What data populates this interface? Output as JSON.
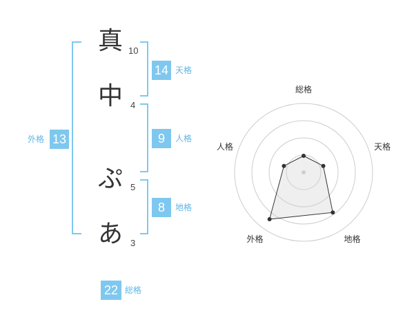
{
  "name_chars": [
    {
      "char": "真",
      "strokes": "10"
    },
    {
      "char": "中",
      "strokes": "4"
    },
    {
      "char": "ぷ",
      "strokes": "5"
    },
    {
      "char": "あ",
      "strokes": "3"
    }
  ],
  "fortunes": {
    "tenkaku": {
      "value": "14",
      "label": "天格"
    },
    "jinkaku": {
      "value": "9",
      "label": "人格"
    },
    "chikaku": {
      "value": "8",
      "label": "地格"
    },
    "gaikaku": {
      "value": "13",
      "label": "外格"
    },
    "soukaku": {
      "value": "22",
      "label": "総格"
    }
  },
  "colors": {
    "accent": "#7ec8ef",
    "accent_text": "#5fb6e6"
  },
  "chart_data": {
    "type": "radar",
    "axes": [
      "総格",
      "天格",
      "地格",
      "外格",
      "人格"
    ],
    "values": [
      1.2,
      1.5,
      3.6,
      4.2,
      1.5
    ],
    "range": [
      0,
      5
    ],
    "rings": 4
  }
}
